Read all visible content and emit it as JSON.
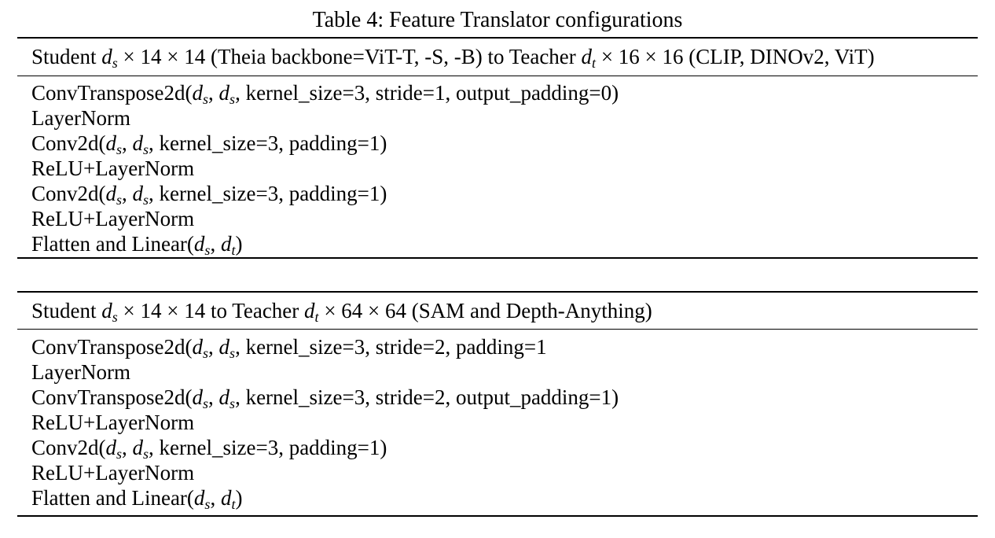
{
  "caption": "Table 4: Feature Translator configurations",
  "tables": [
    {
      "header": {
        "part1": "Student",
        "dim1": "× 14 × 14 (Theia backbone=ViT-T, -S, -B) to Teacher",
        "dim2": "× 16 × 16 (CLIP, DINOv2, ViT)"
      },
      "rows": [
        "ConvTranspose2d(d_s, d_s, kernel_size=3, stride=1, output_padding=0)",
        "LayerNorm",
        "Conv2d(d_s, d_s, kernel_size=3, padding=1)",
        "ReLU+LayerNorm",
        "Conv2d(d_s, d_s, kernel_size=3, padding=1)",
        "ReLU+LayerNorm",
        "Flatten and Linear(d_s, d_t)"
      ]
    },
    {
      "header": {
        "part1": "Student",
        "dim1": "× 14 × 14 to Teacher",
        "dim2": "× 64 × 64 (SAM and Depth-Anything)"
      },
      "rows": [
        "ConvTranspose2d(d_s, d_s, kernel_size=3, stride=2, padding=1",
        "LayerNorm",
        "ConvTranspose2d(d_s, d_s, kernel_size=3, stride=2, output_padding=1)",
        "ReLU+LayerNorm",
        "Conv2d(d_s, d_s, kernel_size=3, padding=1)",
        "ReLU+LayerNorm",
        "Flatten and Linear(d_s, d_t)"
      ]
    }
  ]
}
